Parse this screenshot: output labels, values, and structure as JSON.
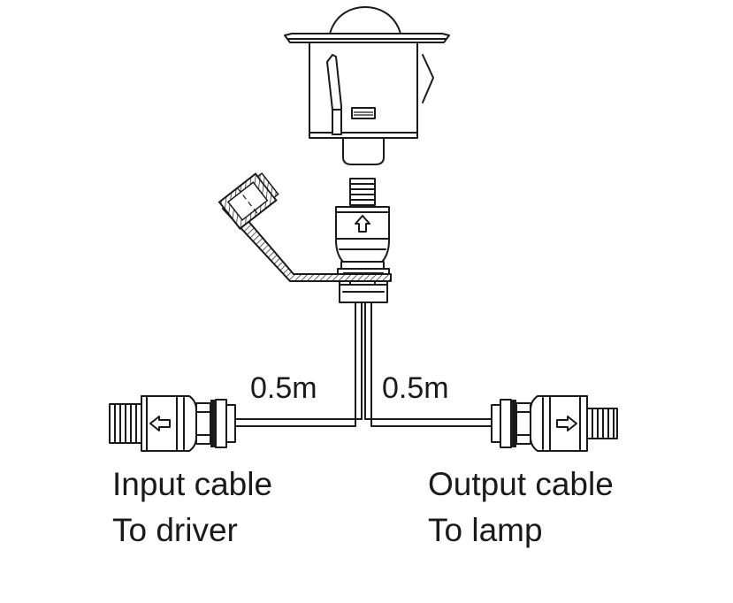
{
  "labels": {
    "left_length": "0.5m",
    "right_length": "0.5m",
    "input_line1": "Input cable",
    "input_line2": "To driver",
    "output_line1": "Output cable",
    "output_line2": "To lamp"
  },
  "colors": {
    "line": "#1a1a1a",
    "background": "#ffffff"
  }
}
